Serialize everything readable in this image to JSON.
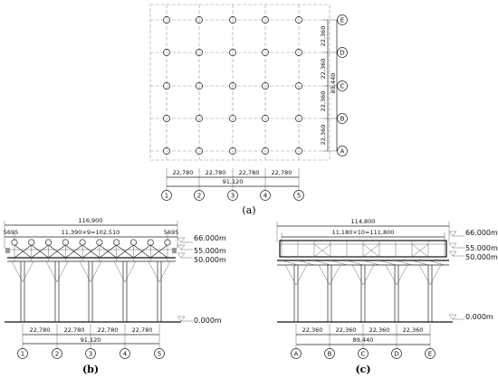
{
  "plan": {
    "x_dims": [
      "22,780",
      "22,780",
      "22,780",
      "22,780"
    ],
    "x_total": "91,120",
    "x_axes": [
      "1",
      "2",
      "3",
      "4",
      "5"
    ],
    "y_dims": [
      "22,360",
      "22,360",
      "22,360",
      "22,360"
    ],
    "y_total": "89,440",
    "y_axes": [
      "E",
      "D",
      "C",
      "B",
      "A"
    ],
    "caption": "(a)"
  },
  "elev_b": {
    "top_dim": "116,900",
    "left_edge": "5695",
    "right_edge": "5695",
    "inner_dim": "11,390×9=102,510",
    "levels": [
      "66.000m",
      "55.000m",
      "50.000m",
      "0.000m"
    ],
    "bottom_dims": [
      "22,780",
      "22,780",
      "22,780",
      "22,780"
    ],
    "bottom_total": "91,120",
    "axes": [
      "1",
      "2",
      "3",
      "4",
      "5"
    ],
    "caption": "(b)"
  },
  "elev_c": {
    "top_dim": "114,800",
    "inner_dim": "11,180×10=111,800",
    "levels": [
      "66.000m",
      "55.000m",
      "50.000m",
      "0.000m"
    ],
    "bottom_dims": [
      "22,360",
      "22,360",
      "22,360",
      "22,360"
    ],
    "bottom_total": "89,440",
    "axes": [
      "A",
      "B",
      "C",
      "D",
      "E"
    ],
    "caption": "(c)"
  }
}
